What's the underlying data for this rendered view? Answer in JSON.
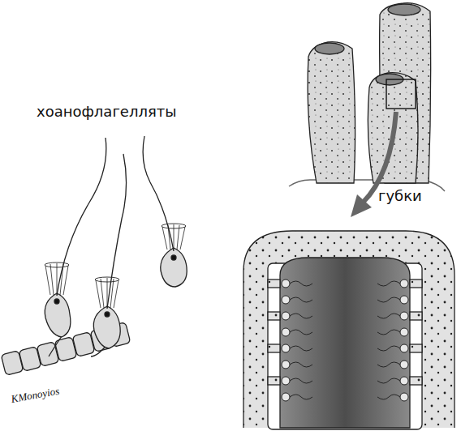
{
  "diagram": {
    "labels": [
      "хоанофлагелляты",
      "губки",
      "KMonoyios"
    ]
  }
}
